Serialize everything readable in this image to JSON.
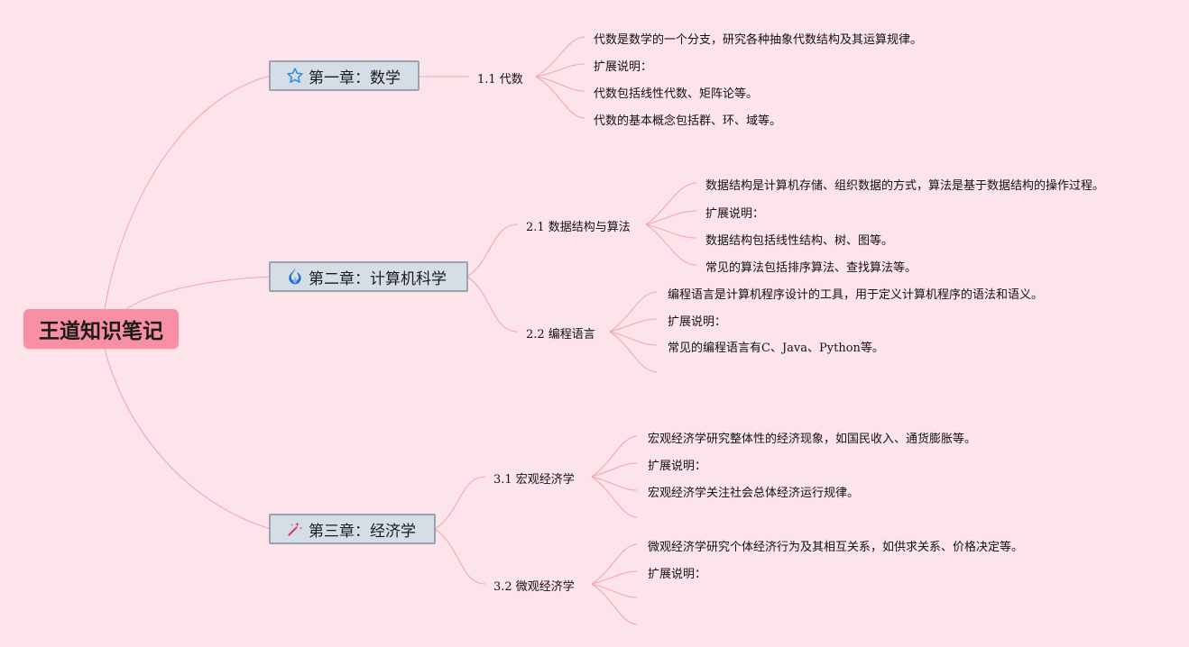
{
  "root": {
    "title": "王道知识笔记"
  },
  "chapters": [
    {
      "title": "第一章：数学",
      "icon": "star-icon",
      "sections": [
        {
          "title": "1.1 代数",
          "leaves": [
            "代数是数学的一个分支，研究各种抽象代数结构及其运算规律。",
            "扩展说明：",
            "代数包括线性代数、矩阵论等。",
            "代数的基本概念包括群、环、域等。"
          ]
        }
      ]
    },
    {
      "title": "第二章：计算机科学",
      "icon": "flame-icon",
      "sections": [
        {
          "title": "2.1 数据结构与算法",
          "leaves": [
            "数据结构是计算机存储、组织数据的方式，算法是基于数据结构的操作过程。",
            "扩展说明：",
            "数据结构包括线性结构、树、图等。",
            "常见的算法包括排序算法、查找算法等。"
          ]
        },
        {
          "title": "2.2 编程语言",
          "leaves": [
            "编程语言是计算机程序设计的工具，用于定义计算机程序的语法和语义。",
            "扩展说明：",
            "常见的编程语言有C、Java、Python等。",
            ""
          ]
        }
      ]
    },
    {
      "title": "第三章：经济学",
      "icon": "magic-wand-icon",
      "sections": [
        {
          "title": "3.1 宏观经济学",
          "leaves": [
            "宏观经济学研究整体性的经济现象，如国民收入、通货膨胀等。",
            "扩展说明：",
            "宏观经济学关注社会总体经济运行规律。",
            ""
          ]
        },
        {
          "title": "3.2 微观经济学",
          "leaves": [
            "微观经济学研究个体经济行为及其相互关系，如供求关系、价格决定等。",
            "扩展说明：",
            "",
            ""
          ]
        }
      ]
    }
  ]
}
